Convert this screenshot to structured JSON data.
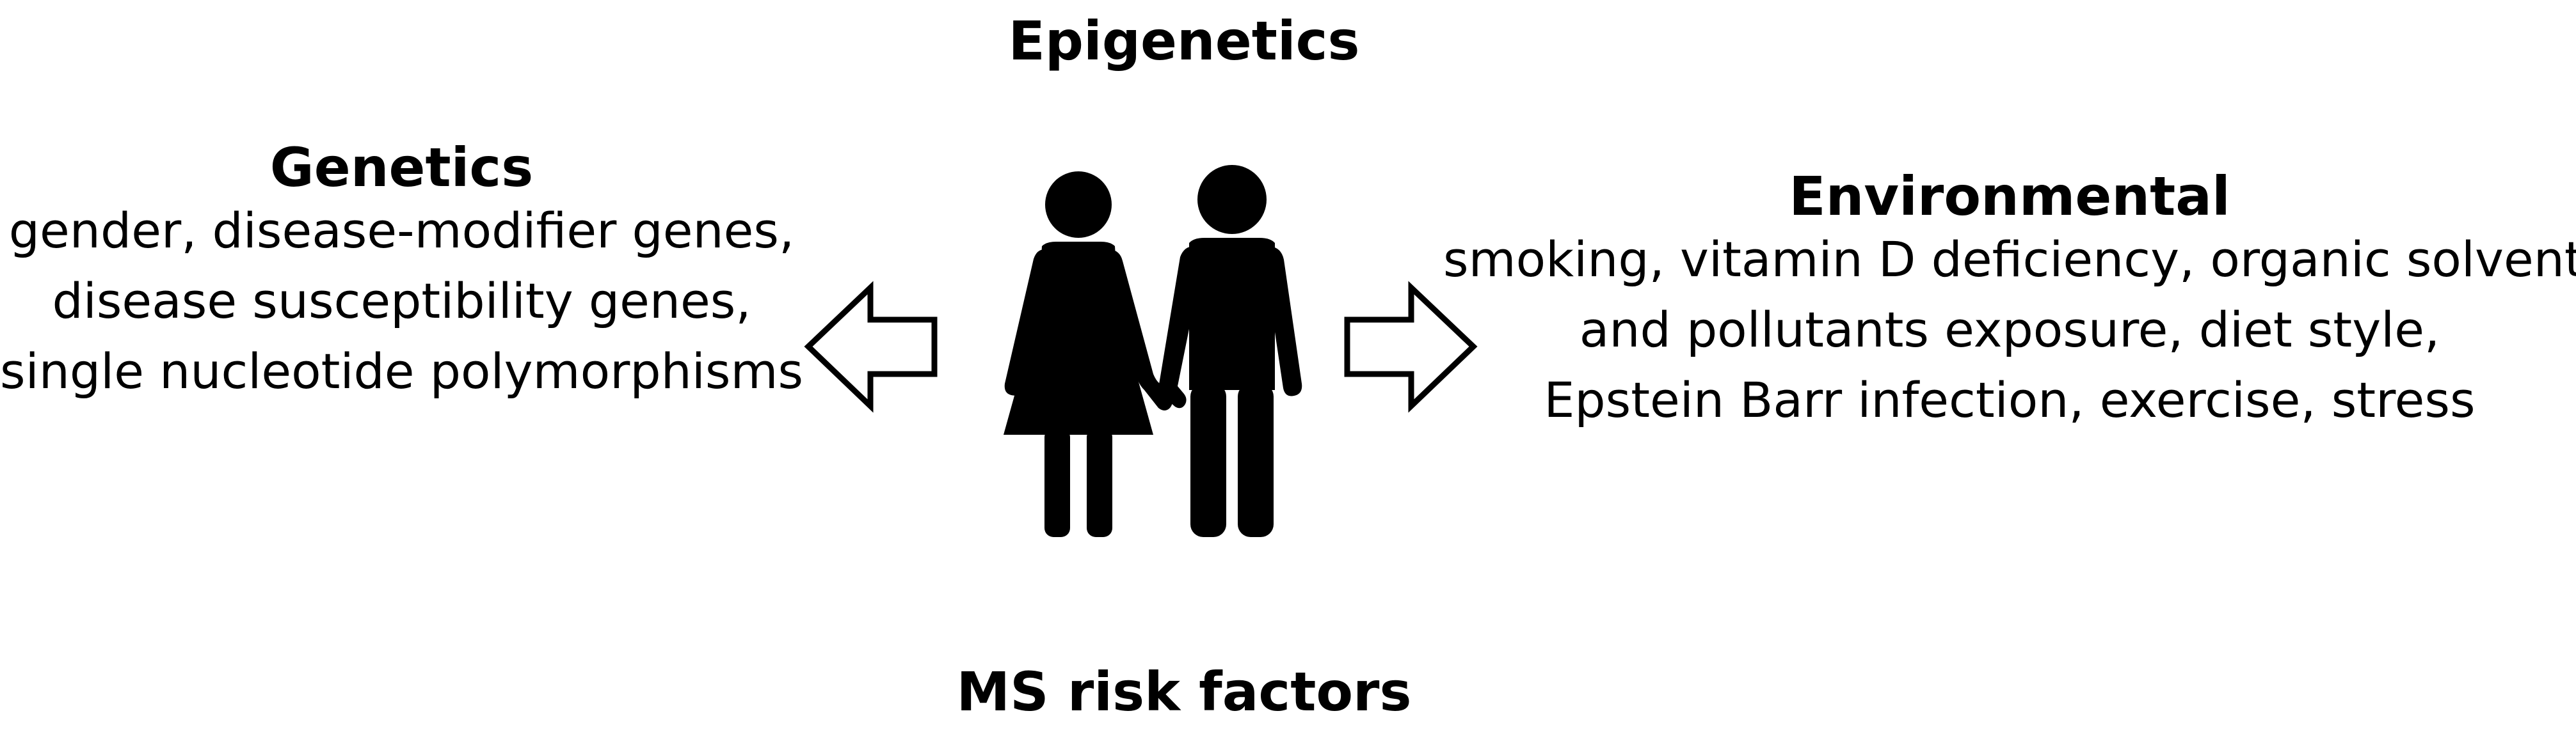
{
  "top_label": "Epigenetics",
  "bottom_label": "MS risk factors",
  "genetics": {
    "title": "Genetics",
    "lines": [
      "gender, disease-modifier genes,",
      "disease susceptibility genes,",
      "single nucleotide polymorphisms"
    ]
  },
  "environmental": {
    "title": "Environmental",
    "lines": [
      "smoking, vitamin D deficiency, organic solvents",
      "and pollutants exposure, diet style,",
      "Epstein Barr infection, exercise, stress"
    ]
  },
  "colors": {
    "figure": "#000000",
    "text": "#000000",
    "background": "#ffffff"
  }
}
